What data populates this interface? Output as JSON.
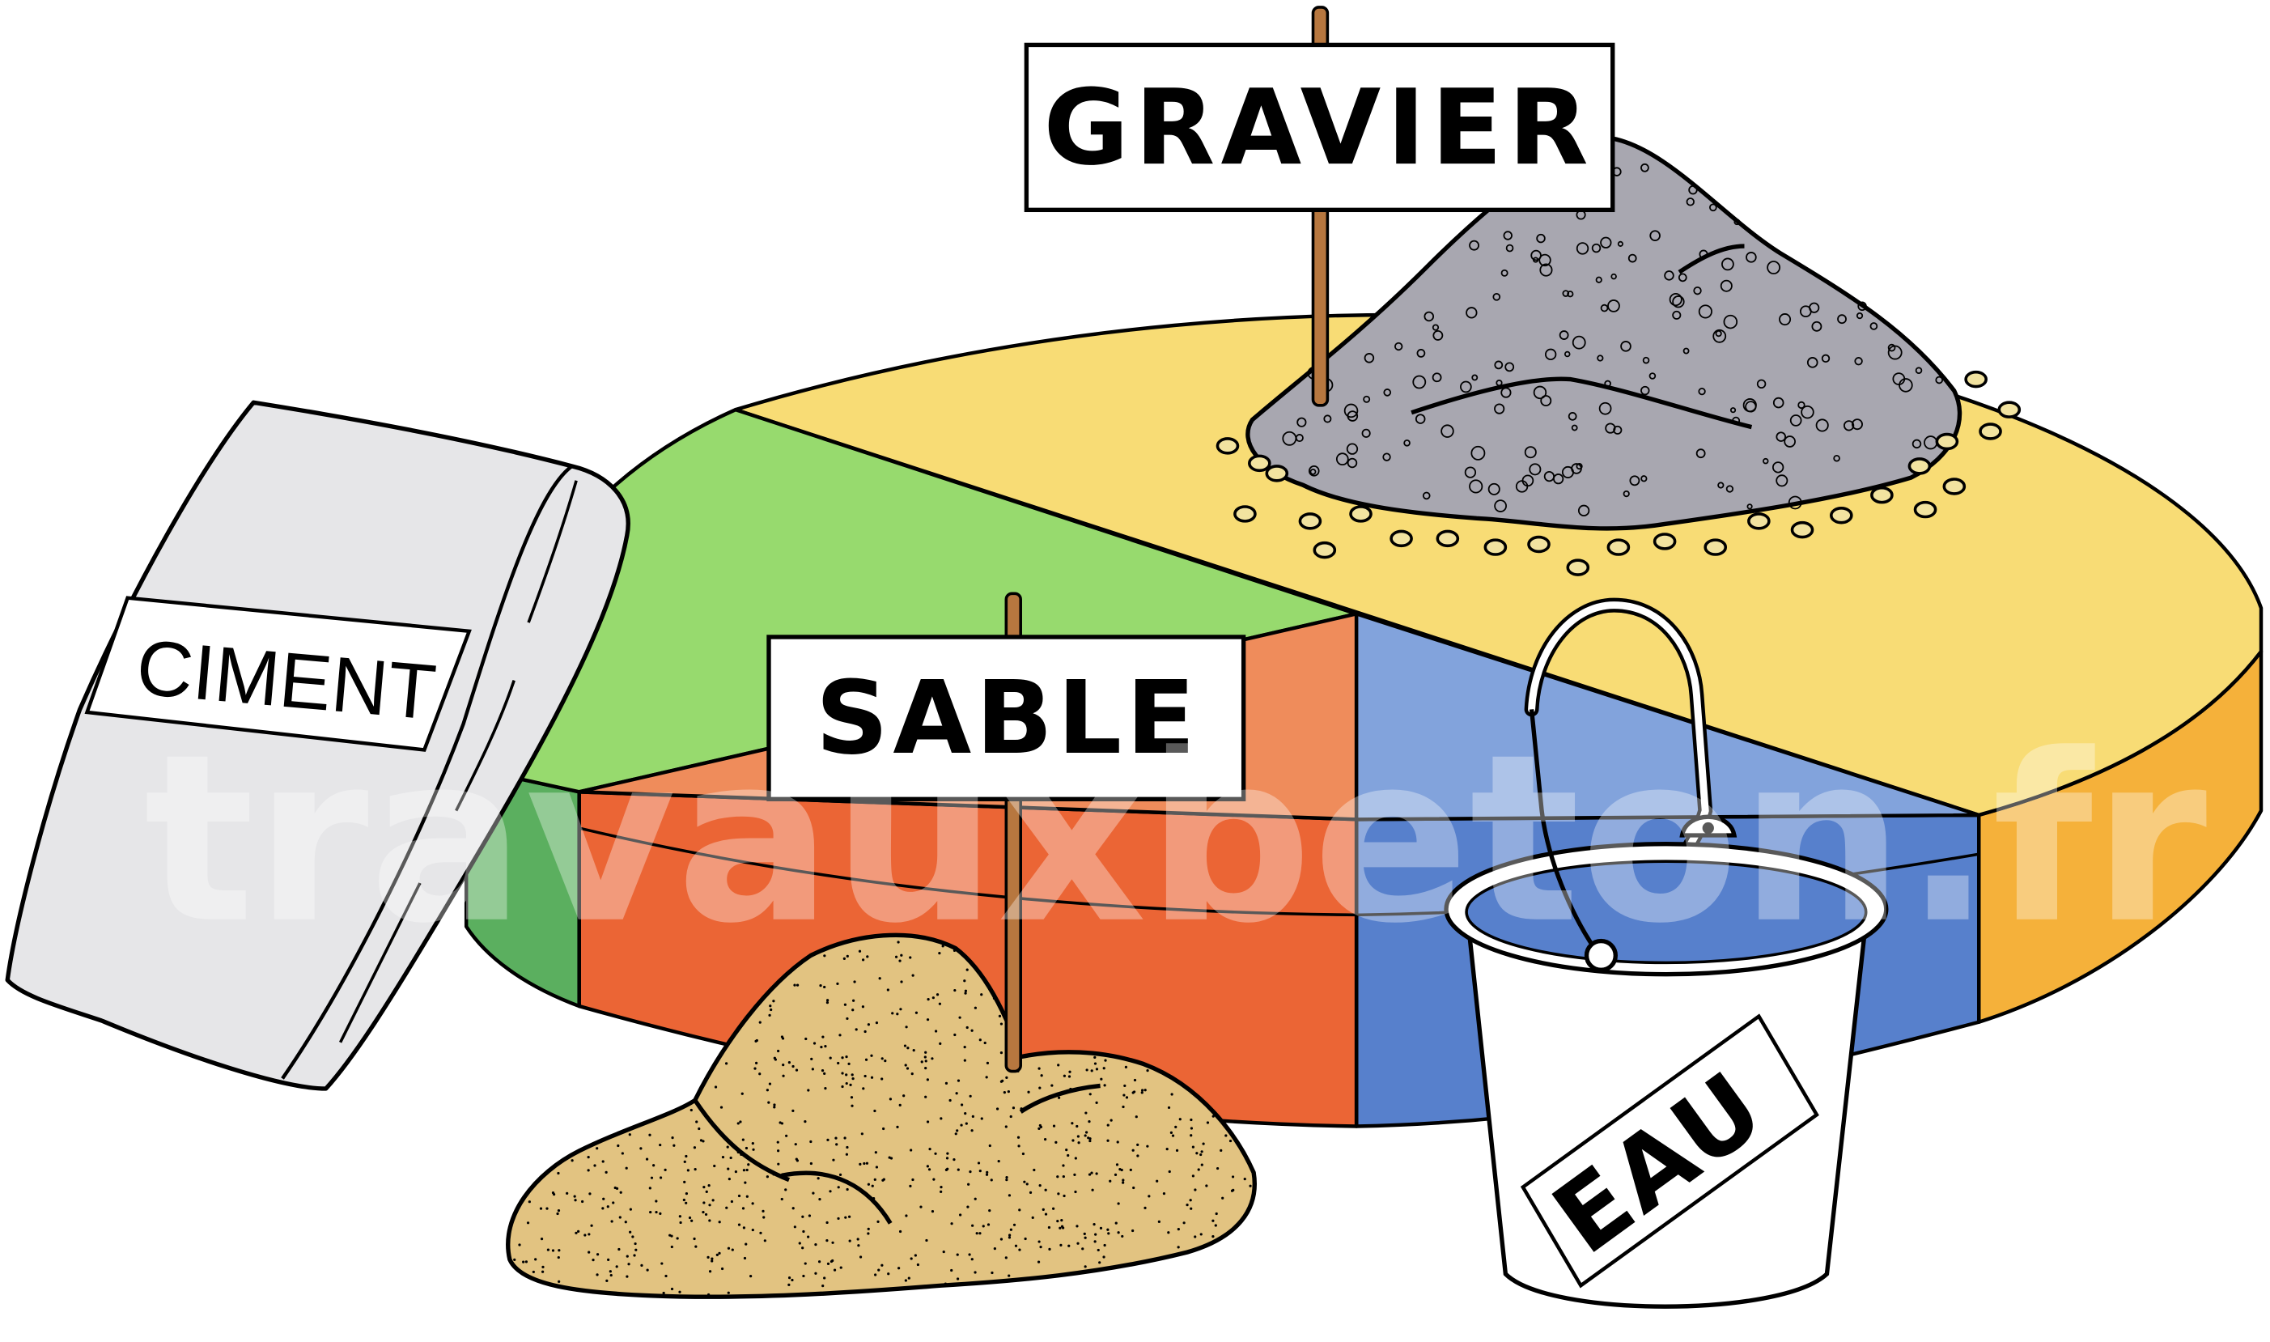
{
  "watermark": "travauxbeton.fr",
  "labels": {
    "gravier": "GRAVIER",
    "sable": "SABLE",
    "ciment": "CIMENT",
    "eau": "EAU"
  },
  "colors": {
    "gravier_top": "#F8DC75",
    "gravier_side": "#F5B13A",
    "ciment_top": "#97DA6E",
    "ciment_side": "#5BAF5F",
    "sable_top": "#EF8C5B",
    "sable_side": "#EB6535",
    "eau_top": "#82A3DC",
    "eau_side": "#5780CC",
    "sand": "#E2C381",
    "gravel": "#A8A7B0",
    "bag": "#E6E6E8",
    "outline": "#000000"
  }
}
